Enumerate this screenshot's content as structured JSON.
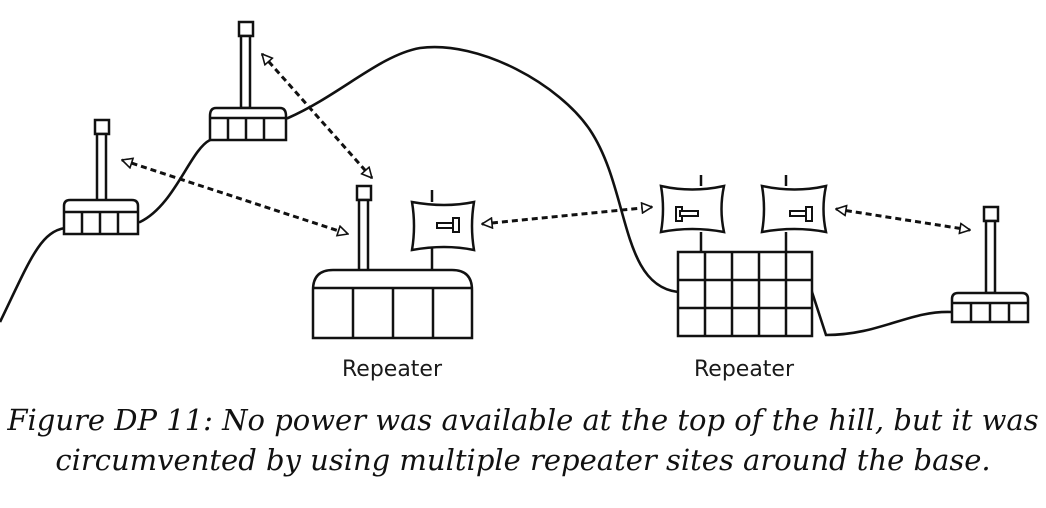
{
  "diagram": {
    "labels": {
      "repeater_left": "Repeater",
      "repeater_right": "Repeater"
    }
  },
  "caption": {
    "line1": "Figure DP 11: No power was available at the top of the hill, but it was",
    "line2": "circumvented by using multiple repeater sites around the base."
  }
}
